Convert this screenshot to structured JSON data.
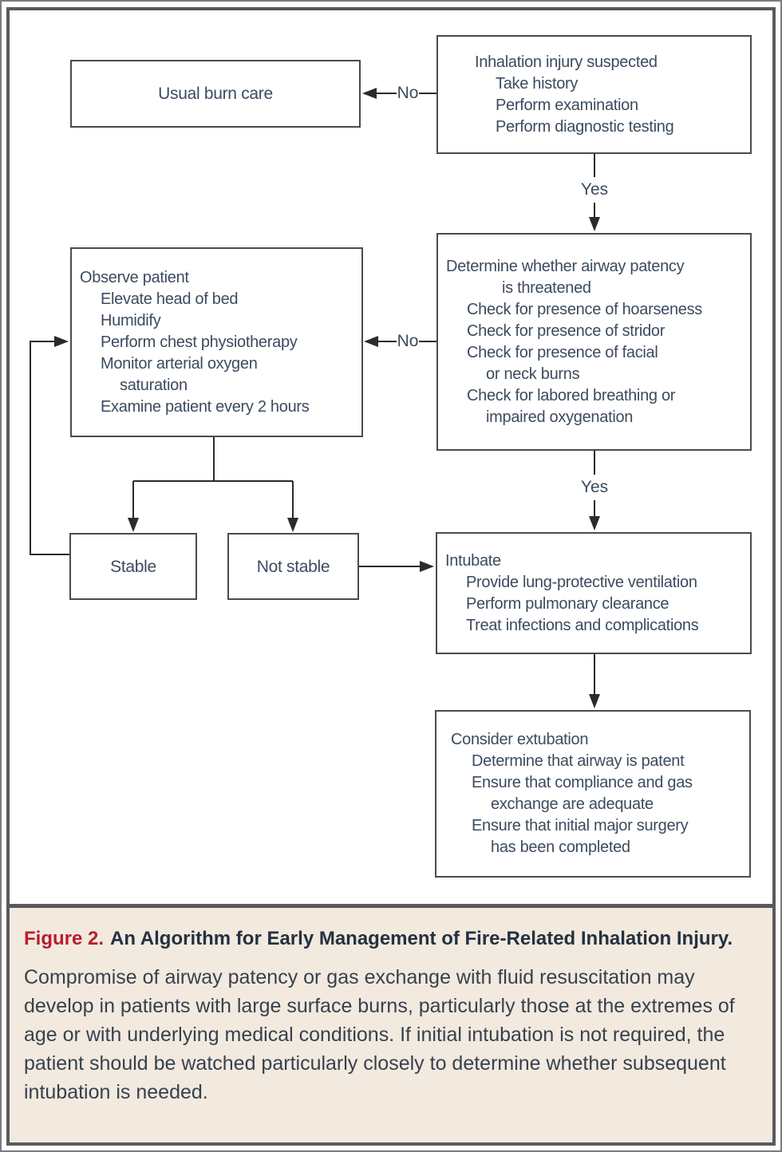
{
  "figure": {
    "nodes": {
      "inhalation_suspected": {
        "lines": [
          {
            "t": "Inhalation injury suspected",
            "i": 0
          },
          {
            "t": "Take history",
            "i": 1
          },
          {
            "t": "Perform examination",
            "i": 1
          },
          {
            "t": "Perform diagnostic testing",
            "i": 1
          }
        ]
      },
      "usual_burn_care": {
        "lines": [
          {
            "t": "Usual burn care",
            "i": 0
          }
        ]
      },
      "determine_airway": {
        "lines": [
          {
            "t": "Determine whether airway patency",
            "i": 0
          },
          {
            "t": "is threatened",
            "i": 3
          },
          {
            "t": "Check for presence of hoarseness",
            "i": 1
          },
          {
            "t": "Check for presence of stridor",
            "i": 1
          },
          {
            "t": "Check for presence of facial",
            "i": 1
          },
          {
            "t": "or neck burns",
            "i": 2
          },
          {
            "t": "Check for labored breathing or",
            "i": 1
          },
          {
            "t": "impaired oxygenation",
            "i": 2
          }
        ]
      },
      "observe_patient": {
        "lines": [
          {
            "t": "Observe patient",
            "i": 0
          },
          {
            "t": "Elevate head of bed",
            "i": 1
          },
          {
            "t": "Humidify",
            "i": 1
          },
          {
            "t": "Perform chest physiotherapy",
            "i": 1
          },
          {
            "t": "Monitor arterial oxygen",
            "i": 1
          },
          {
            "t": "saturation",
            "i": 2
          },
          {
            "t": "Examine patient every 2 hours",
            "i": 1
          }
        ]
      },
      "stable": {
        "lines": [
          {
            "t": "Stable",
            "i": 0
          }
        ]
      },
      "not_stable": {
        "lines": [
          {
            "t": "Not stable",
            "i": 0
          }
        ]
      },
      "intubate": {
        "lines": [
          {
            "t": "Intubate",
            "i": 0
          },
          {
            "t": "Provide lung-protective ventilation",
            "i": 1
          },
          {
            "t": "Perform pulmonary clearance",
            "i": 1
          },
          {
            "t": "Treat infections and complications",
            "i": 1
          }
        ]
      },
      "consider_extubation": {
        "lines": [
          {
            "t": "Consider extubation",
            "i": 0
          },
          {
            "t": "Determine that airway is patent",
            "i": 1
          },
          {
            "t": "Ensure that compliance and gas",
            "i": 1
          },
          {
            "t": "exchange are adequate",
            "i": 2
          },
          {
            "t": "Ensure that initial major surgery",
            "i": 1
          },
          {
            "t": "has been completed",
            "i": 2
          }
        ]
      }
    },
    "edge_labels": {
      "no_top": "No",
      "yes_top": "Yes",
      "no_mid": "No",
      "yes_mid": "Yes"
    },
    "caption": {
      "label": "Figure 2.",
      "title": "An Algorithm for Early Management of Fire-Related Inhalation Injury.",
      "body": "Compromise of airway patency or gas exchange with fluid resuscitation may develop in patients with large surface burns, particularly those at the extremes of age or with underlying medical conditions. If initial intubation is not required, the patient should be watched particularly closely to determine whether subsequent intubation is needed."
    },
    "colors": {
      "accent_red": "#b91e2c",
      "box_text": "#3c4b5e",
      "caption_bg": "#f2e9df",
      "frame_gray": "#58595b",
      "arrow": "#2b2b2b"
    }
  }
}
